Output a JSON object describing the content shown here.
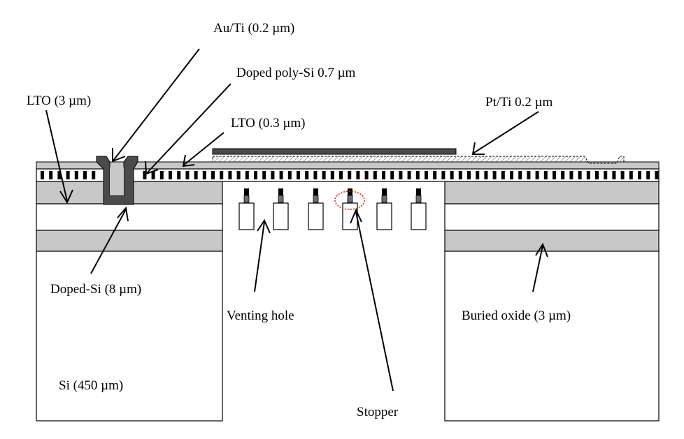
{
  "labels": {
    "au_ti": "Au/Ti (0.2 µm)",
    "doped_poly_si": "Doped poly-Si 0.7 µm",
    "lto_3": "LTO (3 µm)",
    "pt_ti": "Pt/Ti 0.2 µm",
    "lto_03": "LTO (0.3 µm)",
    "doped_si": "Doped-Si (8 µm)",
    "venting_hole": "Venting hole",
    "buried_oxide": "Buried oxide (3 µm)",
    "si_450": "Si (450 µm)",
    "stopper": "Stopper"
  },
  "colors": {
    "oxide_fill": "#c8c8c8",
    "metal_dark": "#4a4a4a",
    "stopper_highlight": "#e0241b",
    "outline": "#000000"
  }
}
